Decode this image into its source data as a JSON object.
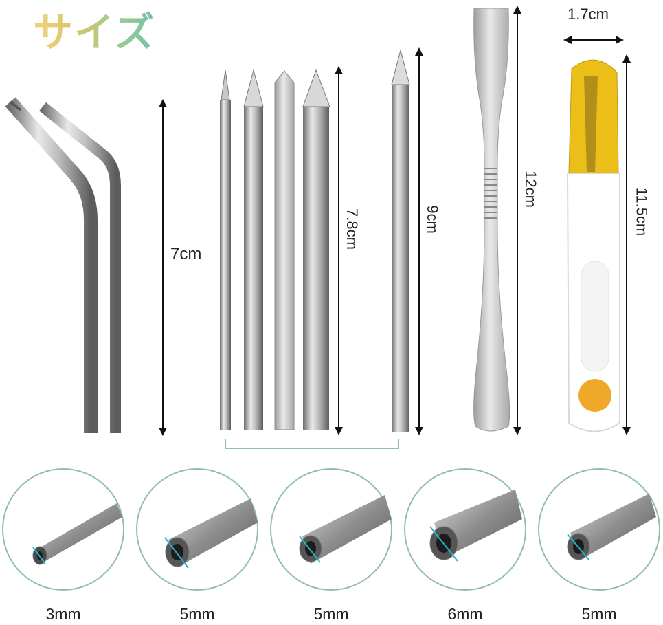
{
  "title": "サイズ",
  "measurements": {
    "bent_needle_length": "7cm",
    "straight_needles_length": "7.8cm",
    "long_needle_length": "9cm",
    "spatula_length": "12cm",
    "scissors_length": "11.5cm",
    "scissors_width": "1.7cm"
  },
  "tip_sizes": [
    "3mm",
    "5mm",
    "5mm",
    "6mm",
    "5mm"
  ],
  "colors": {
    "accent_green": "#8fbfa9",
    "steel": "#a8a8a8",
    "scissor_yellow": "#e9b800",
    "scissor_dot": "#f0a82a"
  }
}
